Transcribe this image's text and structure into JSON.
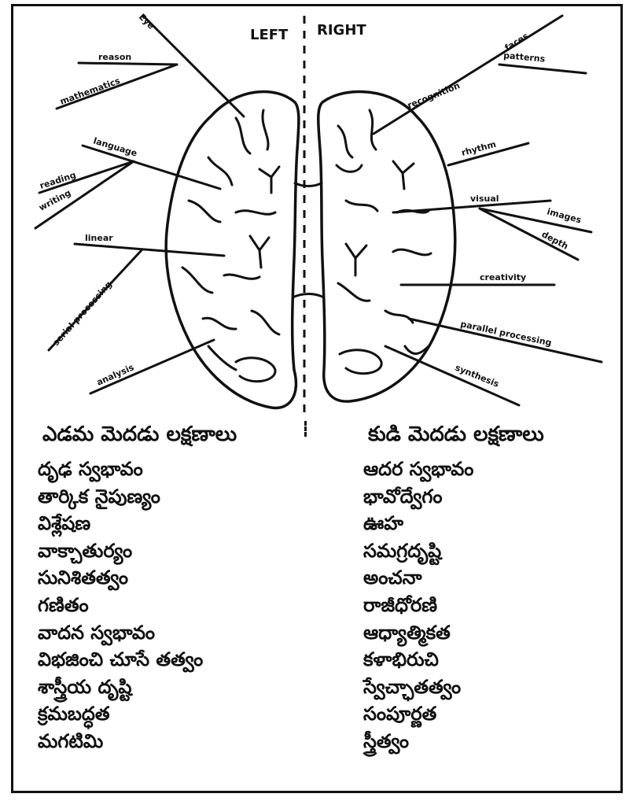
{
  "header": {
    "left": "LEFT",
    "right": "RIGHT"
  },
  "left_labels": [
    "Eye",
    "reason",
    "mathematics",
    "language",
    "reading",
    "writing",
    "linear",
    "serial processing",
    "analysis"
  ],
  "right_labels": [
    "faces",
    "patterns",
    "recognition",
    "rhythm",
    "visual",
    "images",
    "depth",
    "creativity",
    "parallel processing",
    "synthesis"
  ],
  "left_column": {
    "heading": "ఎడమ మెదడు లక్షణాలు",
    "items": [
      "దృఢ స్వభావం",
      "తార్కిక నైపుణ్యం",
      "విశ్లేషణ",
      "వాక్చాతుర్యం",
      "సునిశితత్వం",
      "గణితం",
      "వాదన స్వభావం",
      "విభజించి చూసే తత్వం",
      "శాస్త్రీయ దృష్టి",
      "క్రమబద్ధత",
      "మగటిమి"
    ]
  },
  "right_column": {
    "heading": "కుడి మెదడు లక్షణాలు",
    "items": [
      "ఆదర స్వభావం",
      "భావోద్వేగం",
      "ఊహ",
      "సమగ్రదృష్టి",
      "అంచనా",
      "రాజీధోరణి",
      "ఆధ్యాత్మికత",
      "కళాభిరుచి",
      "స్వేచ్ఛాతత్వం",
      "సంపూర్ణత",
      "స్త్రీత్వం"
    ]
  }
}
